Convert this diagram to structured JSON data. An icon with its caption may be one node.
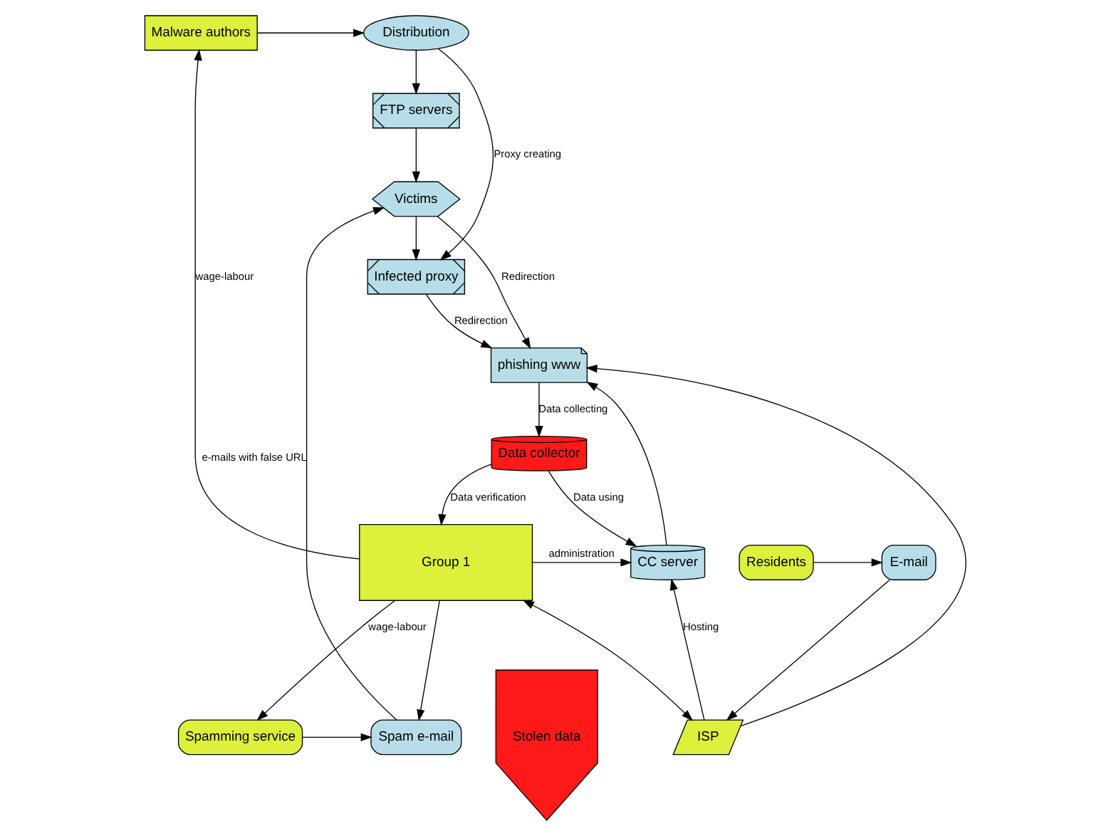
{
  "diagram": {
    "nodes": [
      {
        "text": [
          "Malware authors"
        ]
      },
      {
        "text": [
          "Distribution"
        ]
      },
      {
        "text": [
          "FTP servers"
        ]
      },
      {
        "text": [
          "Victims"
        ]
      },
      {
        "text": [
          "Infected proxy"
        ]
      },
      {
        "text": [
          "Spamming service"
        ]
      },
      {
        "text": [
          "Spam e-mail"
        ]
      },
      {
        "text": [
          "Group 1"
        ]
      },
      {
        "text": [
          "CC server"
        ]
      },
      {
        "text": [
          "phishing www"
        ]
      },
      {
        "text": [
          "ISP"
        ]
      },
      {
        "text": [
          "Data collector"
        ]
      },
      {
        "text": [
          "Stolen data"
        ]
      },
      {
        "text": [
          "Residents"
        ]
      },
      {
        "text": [
          "E-mail"
        ]
      }
    ],
    "edges": [
      {
        "from": 0,
        "to": 1,
        "arrow": "to"
      },
      {
        "from": 1,
        "to": 2,
        "arrow": "to"
      },
      {
        "from": 1,
        "to": 4,
        "arrow": "to",
        "label": "Proxy creating"
      },
      {
        "from": 2,
        "to": 3,
        "arrow": "to"
      },
      {
        "from": 6,
        "to": 3,
        "arrow": "to",
        "label": "e-mails with false URL"
      },
      {
        "from": 5,
        "to": 6,
        "arrow": "to"
      },
      {
        "from": 3,
        "to": 4,
        "arrow": "to"
      },
      {
        "from": 3,
        "to": 9,
        "arrow": "to",
        "label": "Redirection"
      },
      {
        "from": 4,
        "to": 9,
        "arrow": "to",
        "label": "Redirection"
      },
      {
        "from": 7,
        "to": 0,
        "arrow": "to",
        "label": "wage-labour"
      },
      {
        "from": 7,
        "to": 5,
        "arrow": "to",
        "label": "wage-labour"
      },
      {
        "from": 7,
        "to": 6,
        "arrow": "to"
      },
      {
        "from": 7,
        "to": 8,
        "arrow": "to",
        "label": "administration"
      },
      {
        "from": 8,
        "to": 9,
        "arrow": "to"
      },
      {
        "from": 7,
        "to": 10,
        "arrow": "both"
      },
      {
        "from": 10,
        "to": 8,
        "arrow": "to",
        "label": "Hosting"
      },
      {
        "from": 10,
        "to": 9,
        "arrow": "to"
      },
      {
        "from": 11,
        "to": 8,
        "arrow": "to",
        "label": "Data using"
      },
      {
        "from": 9,
        "to": 11,
        "arrow": "to",
        "label": "Data collecting"
      },
      {
        "from": 11,
        "to": 7,
        "arrow": "to",
        "label": "Data verification"
      },
      {
        "from": 13,
        "to": 14,
        "arrow": "to"
      },
      {
        "from": 14,
        "to": 10,
        "arrow": "to"
      }
    ]
  }
}
